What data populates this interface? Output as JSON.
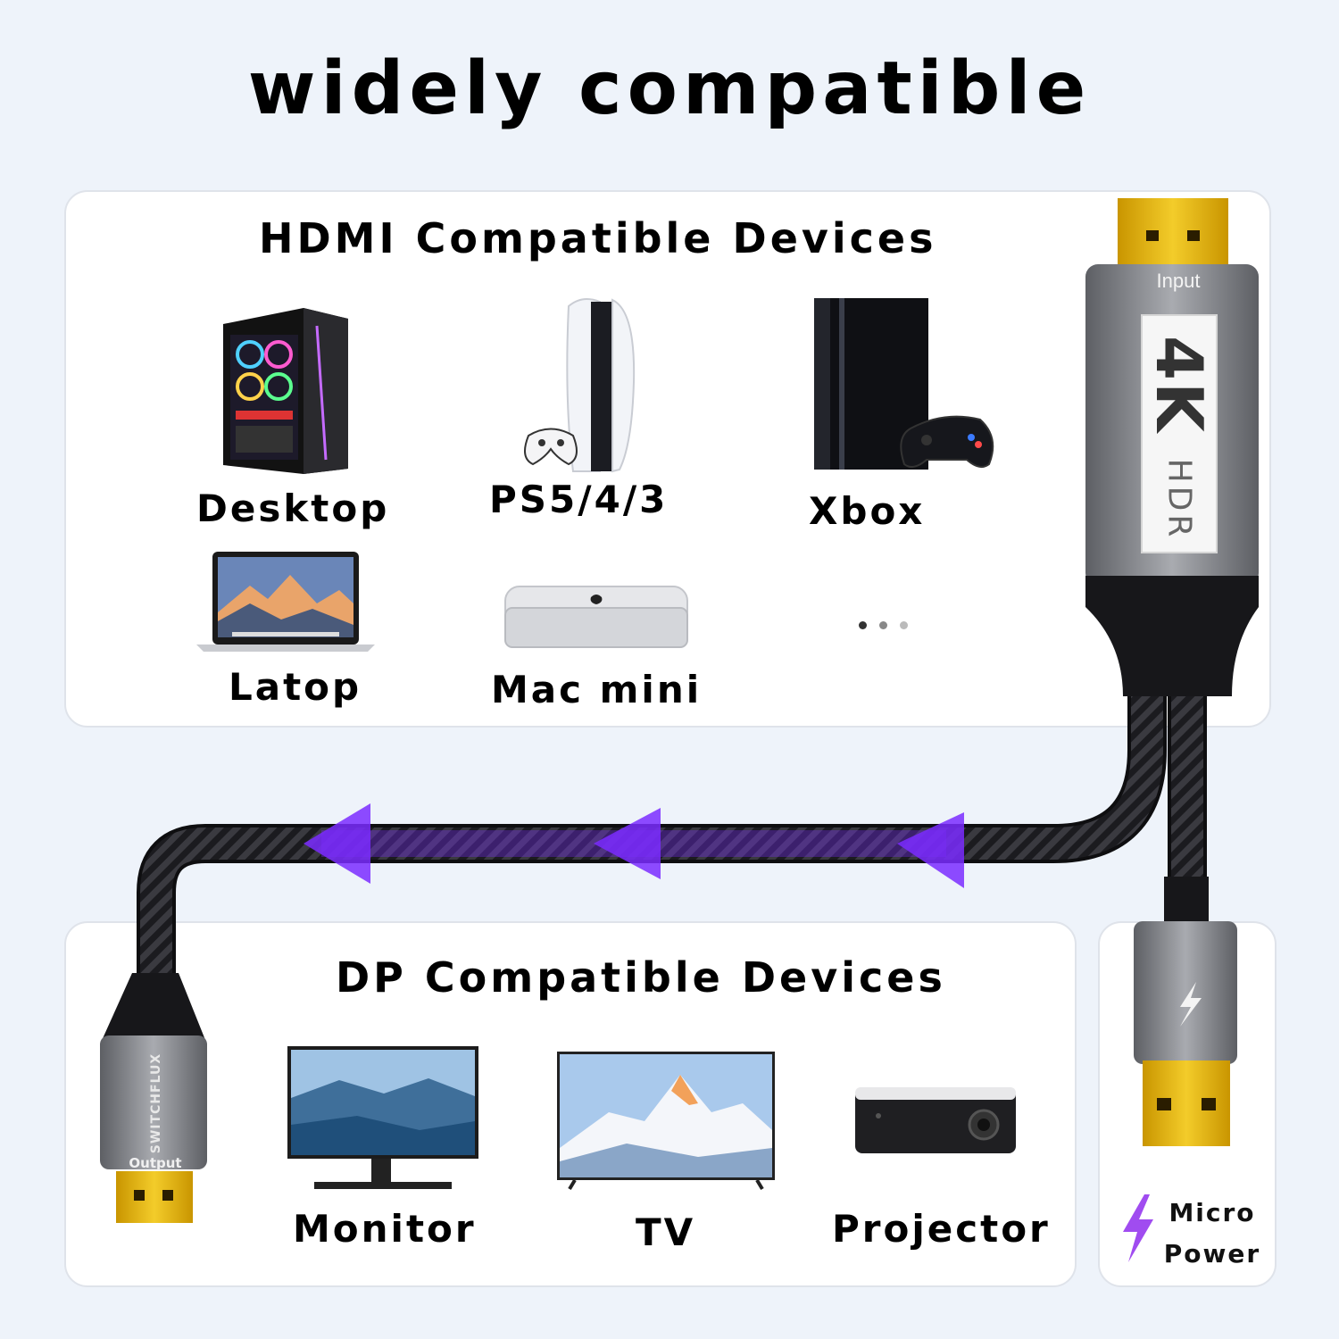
{
  "title": "widely compatible",
  "hdmi": {
    "title": "HDMI Compatible Devices",
    "devices": [
      {
        "label": "Desktop",
        "icon": "desktop-pc-icon"
      },
      {
        "label": "PS5/4/3",
        "icon": "playstation-console-icon"
      },
      {
        "label": "Xbox",
        "icon": "game-console-icon"
      },
      {
        "label": "Latop",
        "icon": "laptop-icon"
      },
      {
        "label": "Mac mini",
        "icon": "mac-mini-icon"
      }
    ],
    "more_icon": "ellipsis-dots-icon"
  },
  "dp": {
    "title": "DP Compatible Devices",
    "devices": [
      {
        "label": "Monitor",
        "icon": "monitor-icon"
      },
      {
        "label": "TV",
        "icon": "tv-icon"
      },
      {
        "label": "Projector",
        "icon": "projector-icon"
      }
    ]
  },
  "cable": {
    "input_label": "Input",
    "badge_main": "4K",
    "badge_sub": "HDR",
    "brand": "SWITCHFLUX",
    "output_label": "Output"
  },
  "power": {
    "line1": "Micro",
    "line2": "Power",
    "icon": "lightning-bolt-icon"
  },
  "colors": {
    "background": "#eef3fa",
    "arrow": "#7a2cff",
    "gold": "#e2b10f",
    "connector_gray": "#8e9095",
    "lightning": "#a04cf0"
  }
}
